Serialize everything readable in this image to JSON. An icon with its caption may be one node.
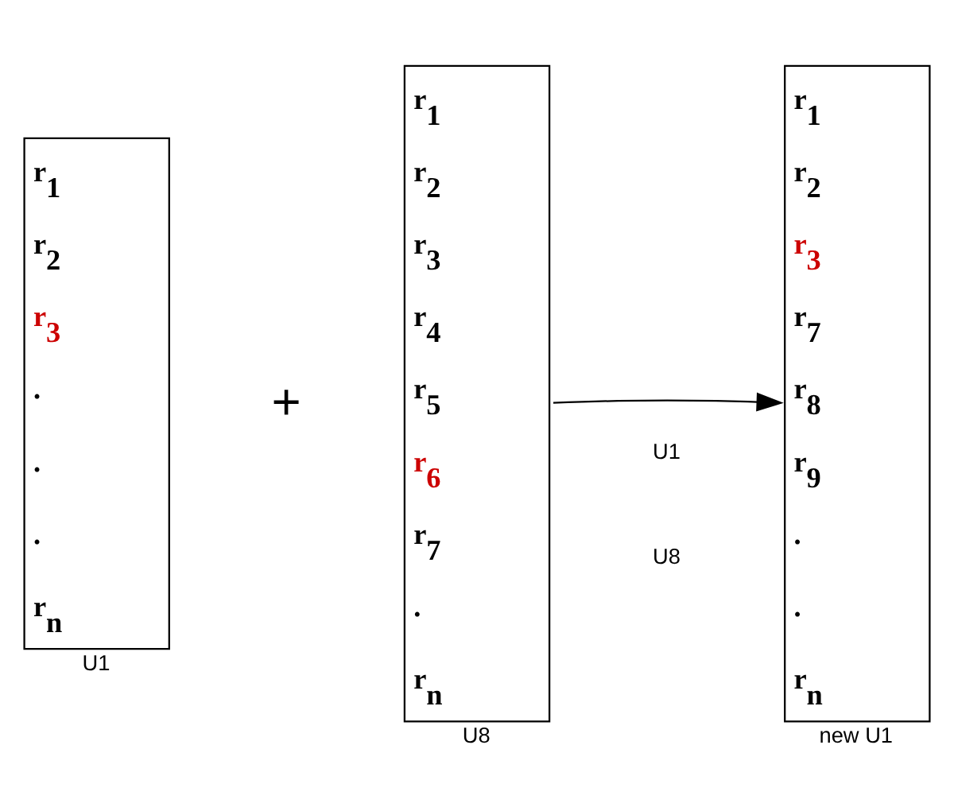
{
  "diagram": {
    "nodes": [
      {
        "text": [
          "r$_{1}$",
          "r$_{2}$",
          "r$_{3}$",
          ".",
          ".",
          ".",
          "r$_{n}$"
        ],
        "beside": [
          "U1"
        ]
      },
      {
        "text": [
          "r$_{1}$",
          "r$_{2}$",
          "r$_{3}$",
          "r$_{4}$",
          "r$_{5}$",
          "r$_{6}$",
          "r$_{7}$",
          ".",
          "r$_{n}$"
        ],
        "beside": [
          "U8"
        ]
      },
      {
        "text": [
          "r$_{1}$",
          "r$_{2}$",
          "r$_{3}$",
          "r$_{7}$",
          "r$_{8}$",
          "r$_{9}$",
          ".",
          ".",
          "r$_{n}$"
        ],
        "beside": [
          "new U1"
        ]
      }
    ],
    "edges": [
      {
        "from": 1,
        "to": 2,
        "arrow": "to"
      }
    ],
    "labels": [
      "+",
      "U1",
      "U8"
    ]
  }
}
